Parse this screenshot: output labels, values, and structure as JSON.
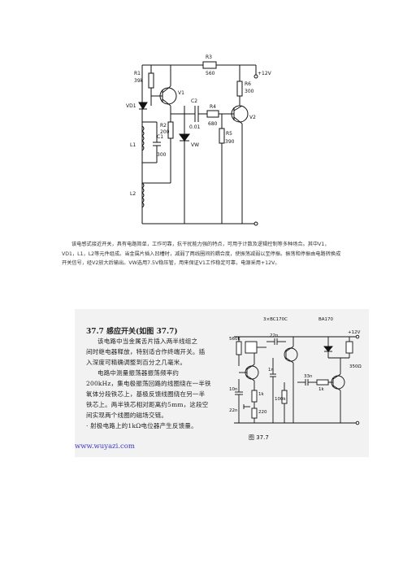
{
  "top_circuit": {
    "labels": {
      "r3": "R3",
      "r3v": "560",
      "r1": "R1",
      "r1v": "39k",
      "v1": "V1",
      "vd1": "VD1",
      "r2": "R2",
      "r2v": "200",
      "c1": "C1",
      "c1v": "300",
      "l1": "L1",
      "l2": "L2",
      "c2": "C2",
      "c2v": "0.01",
      "r4": "R4",
      "r4v": "680",
      "vw": "VW",
      "r5": "R5",
      "r5v": "390",
      "r6": "R6",
      "r6v": "300",
      "v2": "V2",
      "supply": "+12V"
    }
  },
  "description": "该电感式接近开关，具有电路简单，工作可靠，抗干扰能力强的特点，可用于计数及逻辑控制等多种场合。其中V1，VD1，L1，L2等元件组成。当金属片插入凹槽时，减弱了两线圈间的耦合度，使振荡减弱以至停振。振荡和停振由电路转换成开关信号，经V2放大后输出。VW选用7.5V稳压管，用来保证V1工作稳定可靠，电源采用+12V。",
  "scan": {
    "title": "37.7  感应开关(如图 37.7)",
    "lines": [
      "该电路中当金属舌片插入两半线组之",
      "间时继电器释放，特别适合作终端开关。插",
      "入深度可精确调整到百分之几毫米。",
      "电路中测量振荡器振荡频率约",
      "200kHz，集电极振荡回路的线圈绕在一半铁",
      "氧体分段铁芯上，基极反馈线圈绕在另一半",
      "铁芯上。两半铁芯相对距离约5mm，这段空",
      "间实现两个线圈的磁场交链。",
      "· 射极电路上的1kΩ电位器产生反馈量。"
    ],
    "watermark": "www.wuyazi.com",
    "circuit": {
      "transistors": "3×BC170C",
      "relay": "BA170",
      "supply": "+12V",
      "r560k": "560k",
      "c22n": "22n",
      "r1n": "1n",
      "c10n": "10n",
      "p1k": "1k",
      "r100k": "100k",
      "c33n": "33n",
      "r1k": "1k",
      "c22na": "22n",
      "r220": "220",
      "r350": "350Ω",
      "fig": "图 37.7"
    }
  }
}
